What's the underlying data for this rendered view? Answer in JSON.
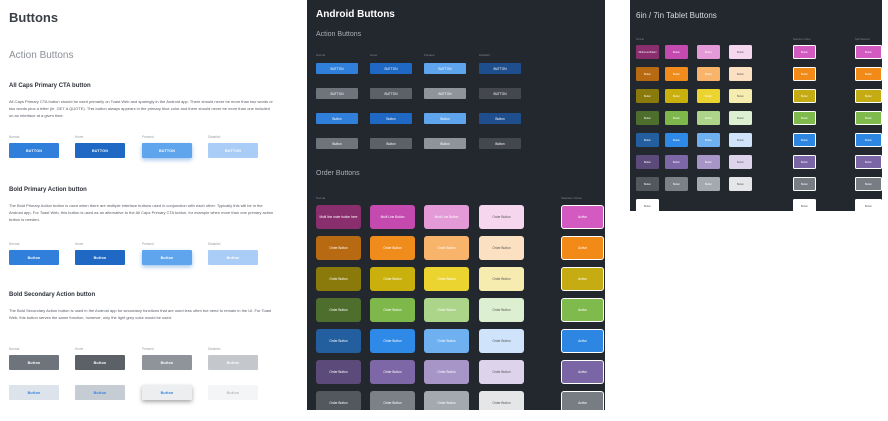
{
  "left": {
    "title": "Buttons",
    "subtitle": "Action Buttons",
    "state_labels": [
      "Normal",
      "Hover",
      "Pressed",
      "Disabled"
    ],
    "sections": [
      {
        "heading": "All Caps Primary CTA button",
        "body": "All Caps Primary CTA button should be used primarily on Toast Web and sparingly in the Android app. There should never be more than two words or two words plus a letter (ie. GET A QUOTE). This button always appears in the primary blue color and there should never be more than one included on an interface at a given time.",
        "buttons": [
          "BUTTON",
          "BUTTON",
          "BUTTON",
          "BUTTON"
        ]
      },
      {
        "heading": "Bold Primary Action button",
        "body": "The Bold Primary Action button is used when there are multiple interface buttons used in conjunction with each other. Typically this will be in the Android app. For Toast Web, this button is used as an alternative to the All Caps Primary CTA button, for example when more than one primary action button is needed.",
        "buttons": [
          "Button",
          "Button",
          "Button",
          "Button"
        ]
      },
      {
        "heading": "Bold Secondary Action button",
        "body": "The Bold Secondary Action button is used in the Android app for secondary functions that are used less often but need to remain in the UI. For Toast Web, this button serves the same function, however, only the light grey color would be used.",
        "buttons_dark": [
          "Button",
          "Button",
          "Button",
          "Button"
        ],
        "buttons_light": [
          "Button",
          "Button",
          "Button",
          "Button"
        ]
      }
    ],
    "colors": {
      "cta": [
        "#2f7fdb",
        "#1f68c4",
        "#5fa5ee",
        "#a9cdf6"
      ],
      "sec_dark": [
        "#6e747c",
        "#5c6168",
        "#8f949b",
        "#c4c7cb"
      ],
      "sec_light": [
        "#dde3ea",
        "#c5ccd4",
        "#eceef0",
        "#f4f5f6"
      ]
    }
  },
  "android": {
    "title": "Android Buttons",
    "action_title": "Action Buttons",
    "state_labels": [
      "Normal",
      "Hover",
      "Pressed",
      "Disabled"
    ],
    "action_rows": [
      {
        "labels": [
          "BUTTON",
          "BUTTON",
          "BUTTON",
          "BUTTON"
        ],
        "colors": [
          "#2f7fdb",
          "#1f68c4",
          "#5fa5ee",
          "#1e4f8c"
        ]
      },
      {
        "labels": [
          "BUTTON",
          "BUTTON",
          "BUTTON",
          "BUTTON"
        ],
        "colors": [
          "#6e747c",
          "#5c6168",
          "#8f949b",
          "#44484e"
        ]
      },
      {
        "labels": [
          "Button",
          "Button",
          "Button",
          "Button"
        ],
        "colors": [
          "#2f7fdb",
          "#1f68c4",
          "#5fa5ee",
          "#1e4f8c"
        ]
      },
      {
        "labels": [
          "Button",
          "Button",
          "Button",
          "Button"
        ],
        "colors": [
          "#6e747c",
          "#5c6168",
          "#8f949b",
          "#44484e"
        ]
      }
    ],
    "order_title": "Order Buttons",
    "order_state_labels": [
      "Normal",
      "Selected / Active"
    ],
    "order_rows": [
      {
        "labels": [
          "Multi line order button here",
          "Multi Line Button",
          "Multi Line Button",
          "Order Button"
        ],
        "colors": [
          "#8a2f6e",
          "#c44ab0",
          "#e49ad6",
          "#f6d6ef"
        ],
        "active": "Active",
        "active_color": "#d25ac0"
      },
      {
        "labels": [
          "Order Button",
          "Order Button",
          "Order Button",
          "Order Button"
        ],
        "colors": [
          "#b86a12",
          "#f08c1c",
          "#f7b46a",
          "#fbe0c2"
        ],
        "active": "Active",
        "active_color": "#f28a18"
      },
      {
        "labels": [
          "Order Button",
          "Order Button",
          "Order Button",
          "Order Button"
        ],
        "colors": [
          "#8a7a0c",
          "#c9b00c",
          "#ecd430",
          "#f7ecb0"
        ],
        "active": "Active",
        "active_color": "#c4ac12"
      },
      {
        "labels": [
          "Order Button",
          "Order Button",
          "Order Button",
          "Order Button"
        ],
        "colors": [
          "#4e6e2e",
          "#7fb84a",
          "#acd58a",
          "#dcefd0"
        ],
        "active": "Active",
        "active_color": "#7fba4c"
      },
      {
        "labels": [
          "Order Button",
          "Order Button",
          "Order Button",
          "Order Button"
        ],
        "colors": [
          "#235e9e",
          "#2f89e6",
          "#6fb0f0",
          "#cfe4fb"
        ],
        "active": "Active",
        "active_color": "#2d87e2"
      },
      {
        "labels": [
          "Order Button",
          "Order Button",
          "Order Button",
          "Order Button"
        ],
        "colors": [
          "#5c4b7a",
          "#7d67a6",
          "#a895c8",
          "#ddd4ec"
        ],
        "active": "Active",
        "active_color": "#7a66a4"
      },
      {
        "labels": [
          "Order Button",
          "Order Button",
          "Order Button",
          "Order Button"
        ],
        "colors": [
          "#53585f",
          "#7c8188",
          "#a4a9b0",
          "#e4e6e8"
        ],
        "active": "Active",
        "active_color": "#787d84"
      }
    ]
  },
  "tablet": {
    "title": "6in / 7in Tablet Buttons",
    "labels": [
      "Normal",
      "Selected / Active",
      "Split Selected"
    ],
    "rows": [
      {
        "labels": [
          "Multi Line Button",
          "Button",
          "Button",
          "Button"
        ],
        "colors": [
          "#8a2f6e",
          "#c44ab0",
          "#e49ad6",
          "#f6d6ef"
        ],
        "active": "Button",
        "active_color": "#d25ac0"
      },
      {
        "labels": [
          "Button",
          "Button",
          "Button",
          "Button"
        ],
        "colors": [
          "#b86a12",
          "#f08c1c",
          "#f7b46a",
          "#fbe0c2"
        ],
        "active": "Button",
        "active_color": "#f28a18"
      },
      {
        "labels": [
          "Button",
          "Button",
          "Button",
          "Button"
        ],
        "colors": [
          "#8a7a0c",
          "#c9b00c",
          "#ecd430",
          "#f7ecb0"
        ],
        "active": "Button",
        "active_color": "#c4ac12"
      },
      {
        "labels": [
          "Button",
          "Button",
          "Button",
          "Button"
        ],
        "colors": [
          "#4e6e2e",
          "#7fb84a",
          "#acd58a",
          "#dcefd0"
        ],
        "active": "Button",
        "active_color": "#7fba4c"
      },
      {
        "labels": [
          "Button",
          "Button",
          "Button",
          "Button"
        ],
        "colors": [
          "#235e9e",
          "#2f89e6",
          "#6fb0f0",
          "#cfe4fb"
        ],
        "active": "Button",
        "active_color": "#2d87e2"
      },
      {
        "labels": [
          "Button",
          "Button",
          "Button",
          "Button"
        ],
        "colors": [
          "#5c4b7a",
          "#7d67a6",
          "#a895c8",
          "#ddd4ec"
        ],
        "active": "Button",
        "active_color": "#7a66a4"
      },
      {
        "labels": [
          "Button",
          "Button",
          "Button",
          "Button"
        ],
        "colors": [
          "#53585f",
          "#7c8188",
          "#a4a9b0",
          "#e4e6e8"
        ],
        "active": "Button",
        "active_color": "#787d84"
      },
      {
        "labels": [
          "Button"
        ],
        "colors": [
          "#ffffff"
        ],
        "active": "Button",
        "active_color": "#ffffff"
      }
    ]
  }
}
